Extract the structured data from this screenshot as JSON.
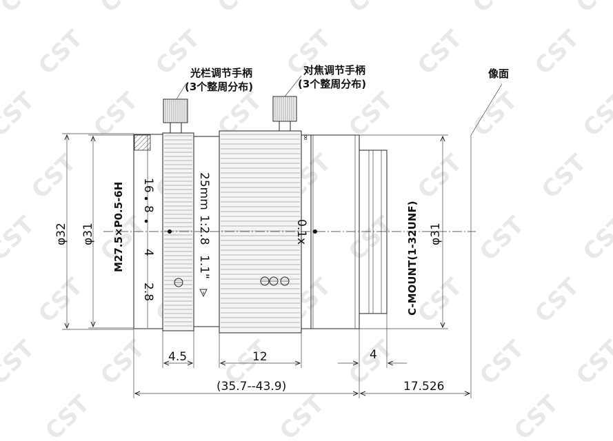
{
  "watermark": "CST",
  "labels": {
    "iris_handle": "光栏调节手柄",
    "iris_handle_note": "(3个整周分布)",
    "focus_handle": "对焦调节手柄",
    "focus_handle_note": "(3个整周分布)",
    "image_plane": "像面",
    "thread": "M27.5×P0.5-6H",
    "mount": "C-MOUNT(1-32UNF)",
    "aperture_scale": [
      "16",
      "8",
      "4",
      "2.8"
    ],
    "lens_spec": [
      "25mm",
      "1:2.8",
      "1.1\""
    ],
    "focus_near": "0.1x",
    "focus_inf": "∞"
  },
  "dimensions": {
    "front_diameter": "φ32",
    "thread_diameter": "φ31",
    "rear_diameter": "φ31",
    "iris_ring_width": "4.5",
    "focus_ring_width": "12",
    "mount_length": "4",
    "overall_length": "(35.7--43.9)",
    "flange_back": "17.526"
  }
}
